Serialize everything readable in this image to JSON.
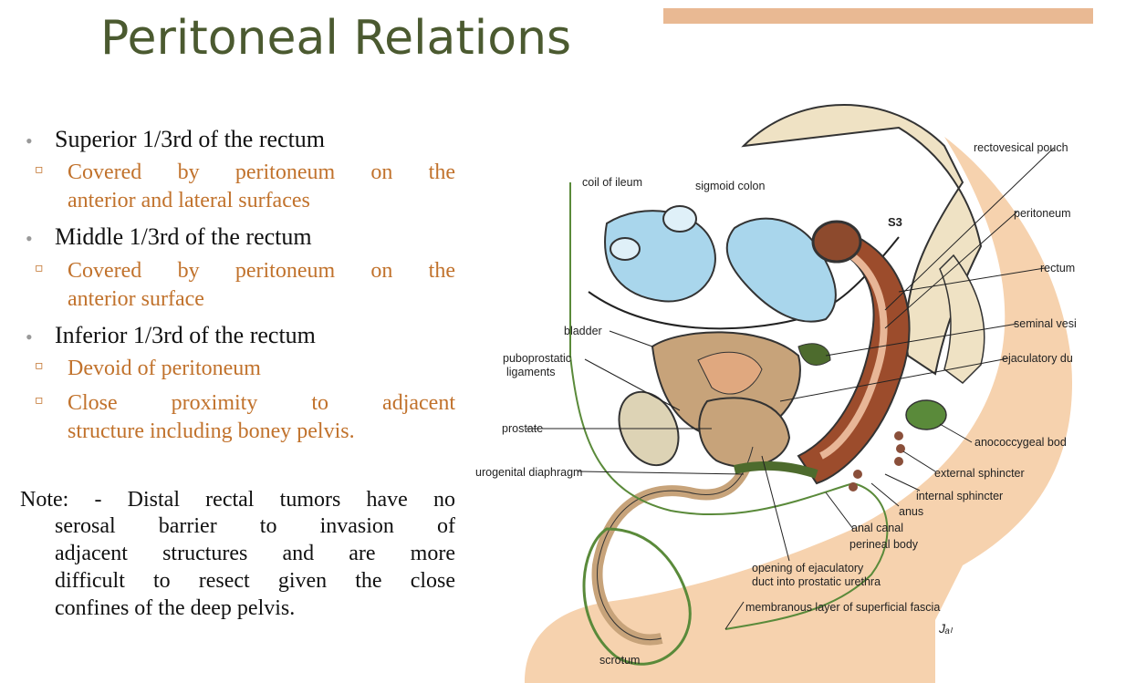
{
  "slide": {
    "title": "Peritoneal Relations",
    "accent_color": "#e9b993",
    "title_color": "#4b5a30",
    "subbullet_color": "#c1722c"
  },
  "bullets": [
    {
      "text": "Superior 1/3rd of the rectum",
      "sub": [
        "Covered by peritoneum on the",
        "anterior and lateral surfaces"
      ]
    },
    {
      "text": "Middle 1/3rd of the rectum",
      "sub": [
        "Covered by peritoneum on the",
        "anterior surface"
      ]
    },
    {
      "text": "Inferior 1/3rd of the rectum",
      "sub": [
        "Devoid of peritoneum",
        "Close proximity to adjacent",
        "structure including boney pelvis."
      ]
    }
  ],
  "note": {
    "lines": [
      "Note: - Distal rectal tumors have no",
      "serosal barrier to invasion of",
      "adjacent structures and are more",
      "difficult to resect given the close",
      "confines of the deep pelvis."
    ]
  },
  "figure": {
    "labels": {
      "coil_of_ileum": "coil of ileum",
      "sigmoid_colon": "sigmoid colon",
      "rectovesical_pouch": "rectovesical pouch",
      "peritoneum": "peritoneum",
      "rectum": "rectum",
      "s3": "S3",
      "seminal_vesicle": "seminal vesi",
      "ejaculatory_duct": "ejaculatory du",
      "bladder": "bladder",
      "puboprostatic_1": "puboprostatic",
      "puboprostatic_2": "ligaments",
      "prostate": "prostate",
      "urogenital_diaphragm": "urogenital diaphragm",
      "anococcygeal_body": "anococcygeal bod",
      "external_sphincter": "external sphincter",
      "internal_sphincter": "internal sphincter",
      "anus": "anus",
      "anal_canal": "anal canal",
      "perineal_body": "perineal body",
      "opening_1": "opening of ejaculatory",
      "opening_2": "duct into prostatic urethra",
      "membranous_layer": "membranous layer of superficial fascia",
      "scrotum": "scrotum",
      "signature": "Jₐₗ"
    }
  }
}
